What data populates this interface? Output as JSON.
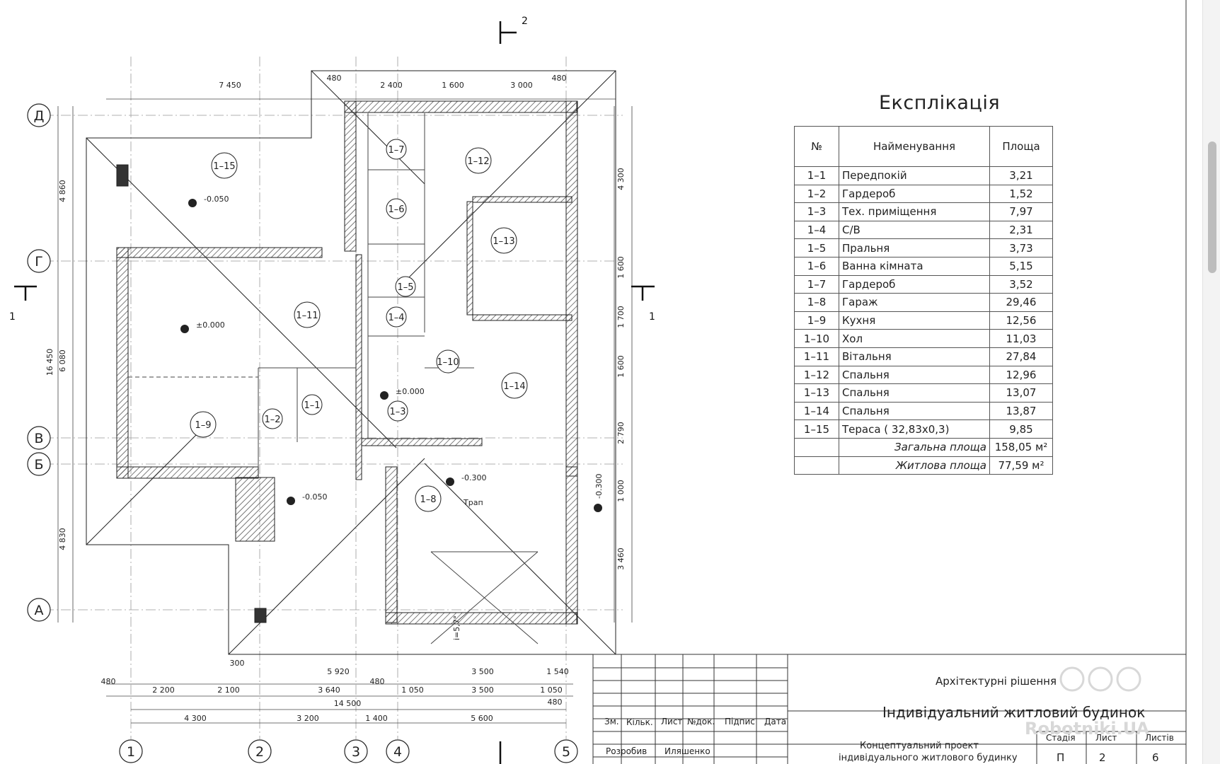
{
  "explication": {
    "title": "Експлікація",
    "headers": {
      "num": "№",
      "name": "Найменування",
      "area": "Площа"
    },
    "rows": [
      {
        "num": "1–1",
        "name": "Передпокій",
        "area": "3,21"
      },
      {
        "num": "1–2",
        "name": "Гардероб",
        "area": "1,52"
      },
      {
        "num": "1–3",
        "name": "Тех. приміщення",
        "area": "7,97"
      },
      {
        "num": "1–4",
        "name": "С/В",
        "area": "2,31"
      },
      {
        "num": "1–5",
        "name": "Пральня",
        "area": "3,73"
      },
      {
        "num": "1–6",
        "name": "Ванна кімната",
        "area": "5,15"
      },
      {
        "num": "1–7",
        "name": "Гардероб",
        "area": "3,52"
      },
      {
        "num": "1–8",
        "name": "Гараж",
        "area": "29,46"
      },
      {
        "num": "1–9",
        "name": "Кухня",
        "area": "12,56"
      },
      {
        "num": "1–10",
        "name": "Хол",
        "area": "11,03"
      },
      {
        "num": "1–11",
        "name": "Вітальня",
        "area": "27,84"
      },
      {
        "num": "1–12",
        "name": "Спальня",
        "area": "12,96"
      },
      {
        "num": "1–13",
        "name": "Спальня",
        "area": "13,07"
      },
      {
        "num": "1–14",
        "name": "Спальня",
        "area": "13,87"
      },
      {
        "num": "1–15",
        "name": "Тераса ( 32,83х0,3)",
        "area": "9,85"
      }
    ],
    "total_label": "Загальна площа",
    "total_value": "158,05 м²",
    "living_label": "Житлова площа",
    "living_value": "77,59 м²"
  },
  "title_block": {
    "section": "Архітектурні рішення",
    "project": "Індивідуальний житловий будинок",
    "columns": {
      "izm": "Зм.",
      "kil": "Кільк.",
      "list": "Лист",
      "doc": "№док.",
      "sign": "Підпис",
      "date": "Дата"
    },
    "developed_label": "Розробив",
    "developer": "Иляшенко",
    "description_1": "Концептуальний проект",
    "description_2": "індивідуального житлового будинку",
    "stage_label": "Стадія",
    "sheet_label": "Лист",
    "sheets_label": "Листів",
    "stage": "П",
    "sheet": "2",
    "sheets": "6"
  },
  "watermark": "Robotniki.UA",
  "axes": {
    "letters": [
      "Д",
      "Г",
      "В",
      "Б",
      "А"
    ],
    "numbers": [
      "1",
      "2",
      "3",
      "4",
      "5"
    ]
  },
  "section_marks": {
    "horizontal": "1",
    "vertical": "2"
  },
  "rooms": [
    "1–15",
    "1–11",
    "1–9",
    "1–2",
    "1–1",
    "1–3",
    "1–4",
    "1–5",
    "1–6",
    "1–7",
    "1–12",
    "1–13",
    "1–14",
    "1–10",
    "1–8"
  ],
  "elevations": {
    "terrace": "-0.050",
    "living": "±0.000",
    "hall": "±0.000",
    "porch": "-0.050",
    "garage": "-0.300",
    "outside": "-0.300"
  },
  "labels": {
    "drain": "Трап",
    "slope": "i=5,7°"
  },
  "dims": {
    "top": [
      "7 450",
      "480",
      "2 400",
      "1 600",
      "3 000",
      "480"
    ],
    "bottom_1": [
      "300",
      "5 920",
      "3 500",
      "1 540"
    ],
    "bottom_2": [
      "480",
      "2 200",
      "2 100",
      "3 640",
      "480",
      "1 050",
      "3 500",
      "1 050"
    ],
    "bottom_total": "14 500",
    "bottom_axes": [
      "4 300",
      "3 200",
      "1 400",
      "5 600"
    ],
    "bottom_480": "480",
    "left": [
      "4 860",
      "6 080",
      "4 830",
      "16 450"
    ],
    "right": [
      "4 300",
      "1 600",
      "1 700",
      "1 600",
      "2 790",
      "1 000",
      "3 460"
    ]
  }
}
